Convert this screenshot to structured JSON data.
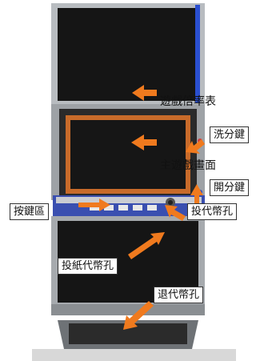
{
  "labels": {
    "payout_table": "遊戲倍率表",
    "wash_key": "洗分鍵",
    "main_screen": "主遊戲畫面",
    "open_key": "開分鍵",
    "button_area": "按鍵區",
    "coin_slot": "投代幣孔",
    "bill_slot": "投紙代幣孔",
    "coin_return": "退代幣孔"
  },
  "colors": {
    "arrow": "#f07a1e",
    "cabinet_panel": "#151515",
    "screen_frame": "#c86b2a",
    "blue_trim": "#2a4fd0",
    "silver": "#b8bcc0"
  }
}
